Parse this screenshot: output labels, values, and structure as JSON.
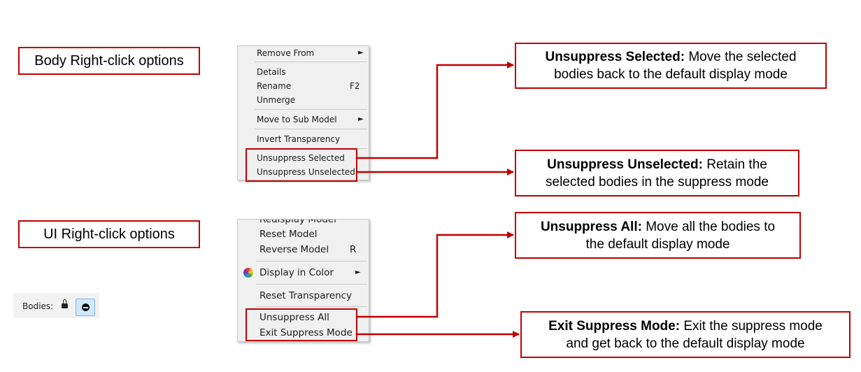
{
  "labels": {
    "body_options": "Body Right-click options",
    "ui_options": "UI Right-click options"
  },
  "body_menu": {
    "items": {
      "remove_from": "Remove From",
      "details": "Details",
      "rename": "Rename",
      "rename_shortcut": "F2",
      "unmerge": "Unmerge",
      "move_to_sub_model": "Move to Sub Model",
      "invert_transparency": "Invert Transparency",
      "unsuppress_selected": "Unsuppress Selected",
      "unsuppress_unselected": "Unsuppress Unselected"
    }
  },
  "ui_menu": {
    "items": {
      "redisplay_model": "Redisplay Model",
      "reset_model": "Reset Model",
      "reverse_model": "Reverse Model",
      "reverse_shortcut": "R",
      "display_in_color": "Display in Color",
      "reset_transparency": "Reset Transparency",
      "unsuppress_all": "Unsuppress All",
      "exit_suppress_mode": "Exit Suppress Mode"
    }
  },
  "toolbar": {
    "bodies_label": "Bodies:",
    "lock_icon": "lock-icon",
    "suppress_icon": "suppress-icon"
  },
  "callouts": {
    "unsuppress_selected": {
      "title": "Unsuppress Selected:",
      "text1": " Move the selected",
      "text2": "bodies back to the default display mode"
    },
    "unsuppress_unselected": {
      "title": "Unsuppress Unselected:",
      "text1": " Retain the",
      "text2": "selected bodies in the suppress mode"
    },
    "unsuppress_all": {
      "title": "Unsuppress All:",
      "text1": " Move all the bodies to",
      "text2": "the default display mode"
    },
    "exit_suppress_mode": {
      "title": "Exit Suppress Mode:",
      "text1": " Exit the suppress mode",
      "text2": "and get back to the default display mode"
    }
  },
  "colors": {
    "accent": "#c00000",
    "menu_bg": "#f0f0f0"
  }
}
